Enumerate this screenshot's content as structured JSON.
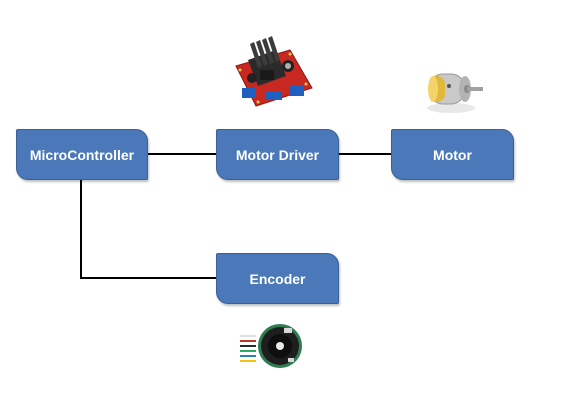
{
  "nodes": {
    "microcontroller": "MicroController",
    "motor_driver": "Motor Driver",
    "motor": "Motor",
    "encoder": "Encoder"
  },
  "colors": {
    "node_fill": "#4a78b8",
    "node_border": "#3a5f93",
    "connector": "#000000"
  },
  "images": {
    "motor_driver": "motor-driver-board-image",
    "motor": "dc-motor-image",
    "encoder": "encoder-disc-image"
  }
}
